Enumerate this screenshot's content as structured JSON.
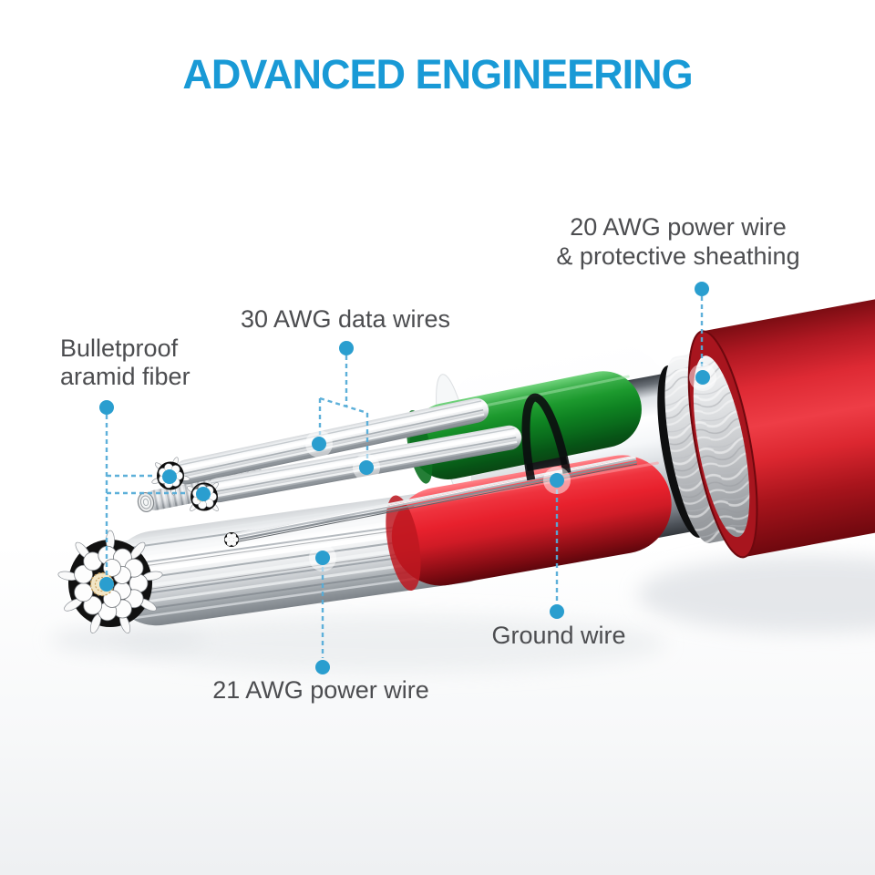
{
  "title": {
    "text": "ADVANCED ENGINEERING"
  },
  "callouts": [
    {
      "id": "power20",
      "lines": [
        "20 AWG power wire",
        "& protective sheathing"
      ]
    },
    {
      "id": "data30",
      "lines": [
        "30 AWG data wires"
      ]
    },
    {
      "id": "aramid",
      "lines": [
        "Bulletproof",
        "aramid fiber"
      ]
    },
    {
      "id": "ground",
      "lines": [
        "Ground wire"
      ]
    },
    {
      "id": "power21",
      "lines": [
        "21 AWG power wire"
      ]
    }
  ],
  "colors": {
    "accent": "#2a9ecf",
    "dash": "#55acd8",
    "title": "#199ad6",
    "text": "#4c4d50",
    "jacket_red": "#de2a34",
    "inner_wire_red": "#e8212d",
    "wire_green": "#0f8322",
    "braid_gray": "#c3c5c8",
    "chrome_gray": "#d9dde1",
    "aramid_tan": "#f3e6c6"
  }
}
